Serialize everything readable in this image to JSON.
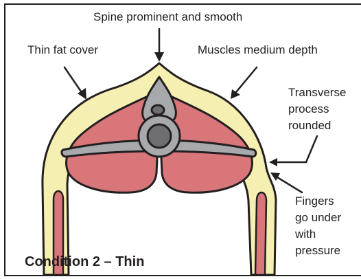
{
  "labels": {
    "spine": "Spine prominent and smooth",
    "fat": "Thin fat cover",
    "muscles": "Muscles medium depth",
    "transverse_1": "Transverse",
    "transverse_2": "process",
    "transverse_3": "rounded",
    "fingers_1": "Fingers",
    "fingers_2": "go under",
    "fingers_3": "with",
    "fingers_4": "pressure"
  },
  "title": "Condition 2 – Thin",
  "colors": {
    "fat": "#f5efb2",
    "muscle": "#d9767a",
    "bone": "#a7a9ac",
    "bone_dark": "#6d6e71",
    "outline": "#231f20"
  }
}
